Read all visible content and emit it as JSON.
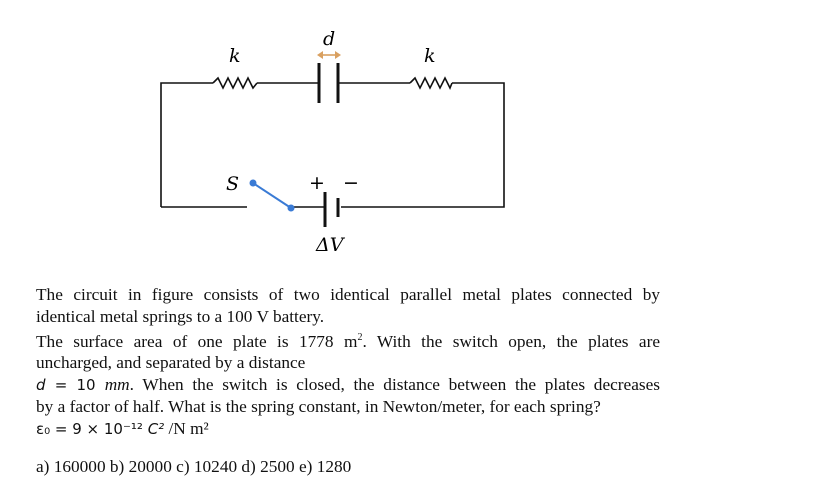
{
  "figure": {
    "spring_label_left": "k",
    "spring_label_right": "k",
    "gap_label": "d",
    "switch_label": "S",
    "plus_label": "+",
    "minus_label": "−",
    "battery_label": "ΔV",
    "colors": {
      "wire": "#111111",
      "switch": "#3a7bd5",
      "arrow": "#d9a060"
    }
  },
  "question": {
    "line1": "The circuit in figure consists of two identical parallel metal plates connected by",
    "line2": "identical metal springs to a 100 V battery.",
    "line3a": "The surface area of one plate is 1778 m",
    "line3sup": "2",
    "line3b": ". With the switch open, the plates are",
    "line4": "uncharged, and separated by a distance",
    "line5_var": "d",
    "line5_eq": " = ",
    "line5_val": "10 ",
    "line5_unit": "mm",
    "line5_rest": ". When the switch is closed, the distance between the plates decreases",
    "line6": "by a factor of half. What is the spring constant, in Newton/meter, for each spring?",
    "epsilon": "ε₀ = 9 × 10⁻¹² ",
    "epsilon_unit_c": "C²",
    "epsilon_unit_rest": " /N m²"
  },
  "answers": "a) 160000 b) 20000 c) 10240 d) 2500 e) 1280"
}
